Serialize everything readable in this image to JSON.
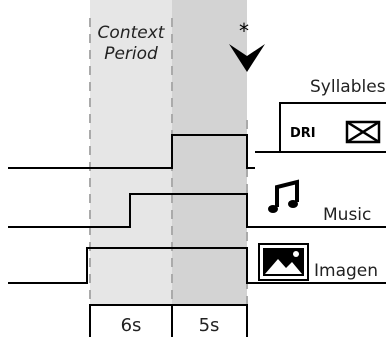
{
  "context_label": [
    "Context",
    "Period"
  ],
  "marker": "*",
  "durations": {
    "context": "6s",
    "stim": "5s"
  },
  "rows": {
    "syllables": {
      "label": "Syllables",
      "dri": "DRI"
    },
    "music": {
      "label": "Music"
    },
    "imagen": {
      "label": "Imagen"
    }
  },
  "icons": {
    "envelope": "envelope-icon",
    "music": "music-note-icon",
    "image": "image-icon"
  },
  "colors": {
    "context_band": "#e6e6e6",
    "stim_band": "#d3d3d3",
    "line": "#000000",
    "dash": "#aaaaaa"
  }
}
